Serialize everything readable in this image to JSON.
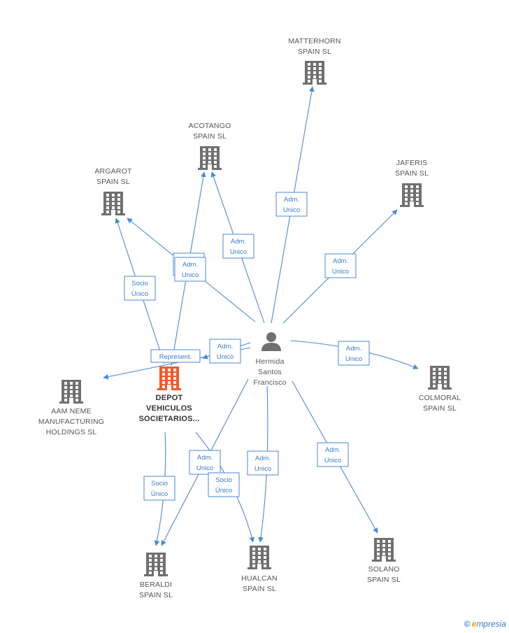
{
  "colors": {
    "edge": "#4a8ad6",
    "building": "#707070",
    "main_building": "#f05a28",
    "person": "#707070"
  },
  "person": {
    "lines": [
      "Hermida",
      "Santos",
      "Francisco"
    ],
    "icon": "person-icon"
  },
  "companies": [
    {
      "id": "matterhorn",
      "lines": [
        "MATTERHORN",
        "SPAIN  SL"
      ],
      "icon": "building-icon"
    },
    {
      "id": "acotango",
      "lines": [
        "ACOTANGO",
        "SPAIN  SL"
      ],
      "icon": "building-icon"
    },
    {
      "id": "argarot",
      "lines": [
        "ARGAROT",
        "SPAIN  SL"
      ],
      "icon": "building-icon"
    },
    {
      "id": "jaferis",
      "lines": [
        "JAFERIS",
        "SPAIN  SL"
      ],
      "icon": "building-icon"
    },
    {
      "id": "aamneme",
      "lines": [
        "AAM NEME",
        "MANUFACTURING",
        "HOLDINGS  SL"
      ],
      "icon": "building-icon"
    },
    {
      "id": "depot",
      "lines": [
        "DEPOT",
        "VEHICULOS",
        "SOCIETARIOS..."
      ],
      "icon": "building-icon",
      "main": true
    },
    {
      "id": "colmoral",
      "lines": [
        "COLMORAL",
        "SPAIN  SL"
      ],
      "icon": "building-icon"
    },
    {
      "id": "beraldi",
      "lines": [
        "BERALDI",
        "SPAIN  SL"
      ],
      "icon": "building-icon"
    },
    {
      "id": "hualcan",
      "lines": [
        "HUALCAN",
        "SPAIN  SL"
      ],
      "icon": "building-icon"
    },
    {
      "id": "solano",
      "lines": [
        "SOLANO",
        "SPAIN  SL"
      ],
      "icon": "building-icon"
    }
  ],
  "relations": [
    {
      "id": "r-matterhorn",
      "lines": [
        "Adm.",
        "Unico"
      ]
    },
    {
      "id": "r-acotango",
      "lines": [
        "Adm.",
        "Unico"
      ]
    },
    {
      "id": "r-argarot",
      "lines": [
        "Adm.",
        "Unico"
      ]
    },
    {
      "id": "r-depot-argarot",
      "lines": [
        "Socio",
        "Único"
      ]
    },
    {
      "id": "r-jaferis",
      "lines": [
        "Adm.",
        "Unico"
      ]
    },
    {
      "id": "r-aamneme",
      "lines": [
        "Adm.",
        "Unico"
      ]
    },
    {
      "id": "r-represent",
      "lines": [
        "Represent."
      ]
    },
    {
      "id": "r-colmoral",
      "lines": [
        "Adm.",
        "Unico"
      ]
    },
    {
      "id": "r-beraldi",
      "lines": [
        "Adm.",
        "Unico"
      ]
    },
    {
      "id": "r-depot-beraldi",
      "lines": [
        "Socio",
        "Único"
      ]
    },
    {
      "id": "r-hualcan",
      "lines": [
        "Adm.",
        "Unico"
      ]
    },
    {
      "id": "r-depot-hualcan",
      "lines": [
        "Socio",
        "Único"
      ]
    },
    {
      "id": "r-solano",
      "lines": [
        "Adm.",
        "Unico"
      ]
    }
  ],
  "watermark": {
    "copyright": "©",
    "brand_e": "e",
    "brand_rest": "mpresia"
  }
}
